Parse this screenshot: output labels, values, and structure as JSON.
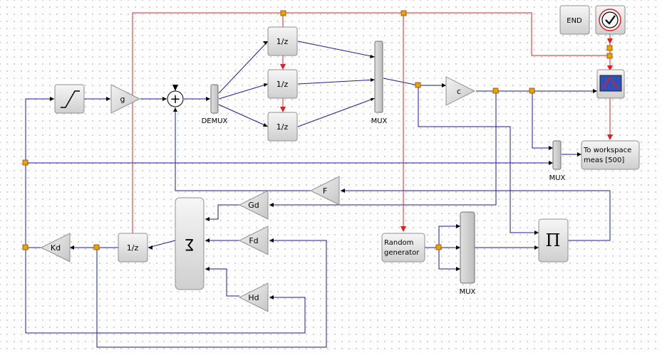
{
  "blocks": {
    "saturation": "",
    "gain_g": "g",
    "sum_sign": "+",
    "demux": "DEMUX",
    "delay_1": "1/z",
    "delay_2": "1/z",
    "delay_3": "1/z",
    "mux_main": "MUX",
    "gain_c": "c",
    "end": "END",
    "mux_ws": "MUX",
    "to_workspace": [
      "To workspace",
      "meas [500]"
    ],
    "gain_F": "F",
    "gain_Gd": "Gd",
    "gain_Fd": "Fd",
    "gain_Hd": "Hd",
    "gain_Kd": "Kd",
    "delay_d": "1/z",
    "sigma": "Σ",
    "random_gen": [
      "Random",
      "generator"
    ],
    "mux_rand": "MUX",
    "product": "Π"
  },
  "colors": {
    "signal_link": "#1010a0",
    "event_link": "#e02020",
    "split_point": "#f0a000",
    "block_fill": "#d8d8d8",
    "block_stroke": "#909090",
    "clock_ring": "#e02020"
  }
}
